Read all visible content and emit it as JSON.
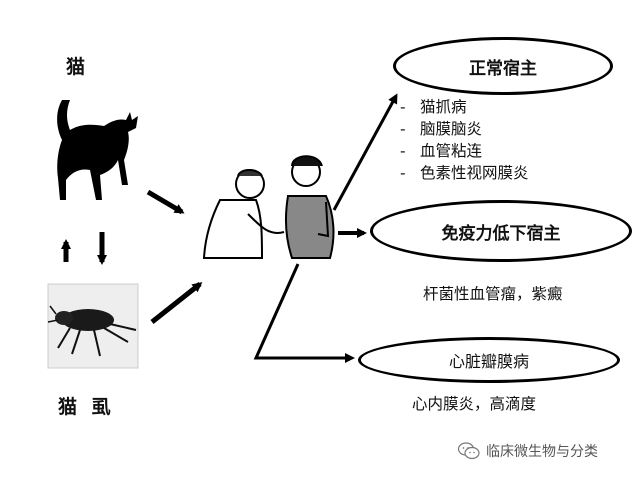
{
  "labels": {
    "cat": "猫",
    "flea": "猫 虱"
  },
  "hosts": {
    "normal": {
      "title": "正常宿主",
      "diseases": [
        "猫抓病",
        "脑膜脑炎",
        "血管粘连",
        "色素性视网膜炎"
      ]
    },
    "immunocompromised": {
      "title": "免疫力低下宿主",
      "diseases": "杆菌性血管瘤，紫癜"
    },
    "valvular": {
      "title": "心脏瓣膜病",
      "diseases": "心内膜炎，高滴度"
    }
  },
  "watermark": {
    "text": "临床微生物与分类",
    "icon": "wechat-icon"
  }
}
